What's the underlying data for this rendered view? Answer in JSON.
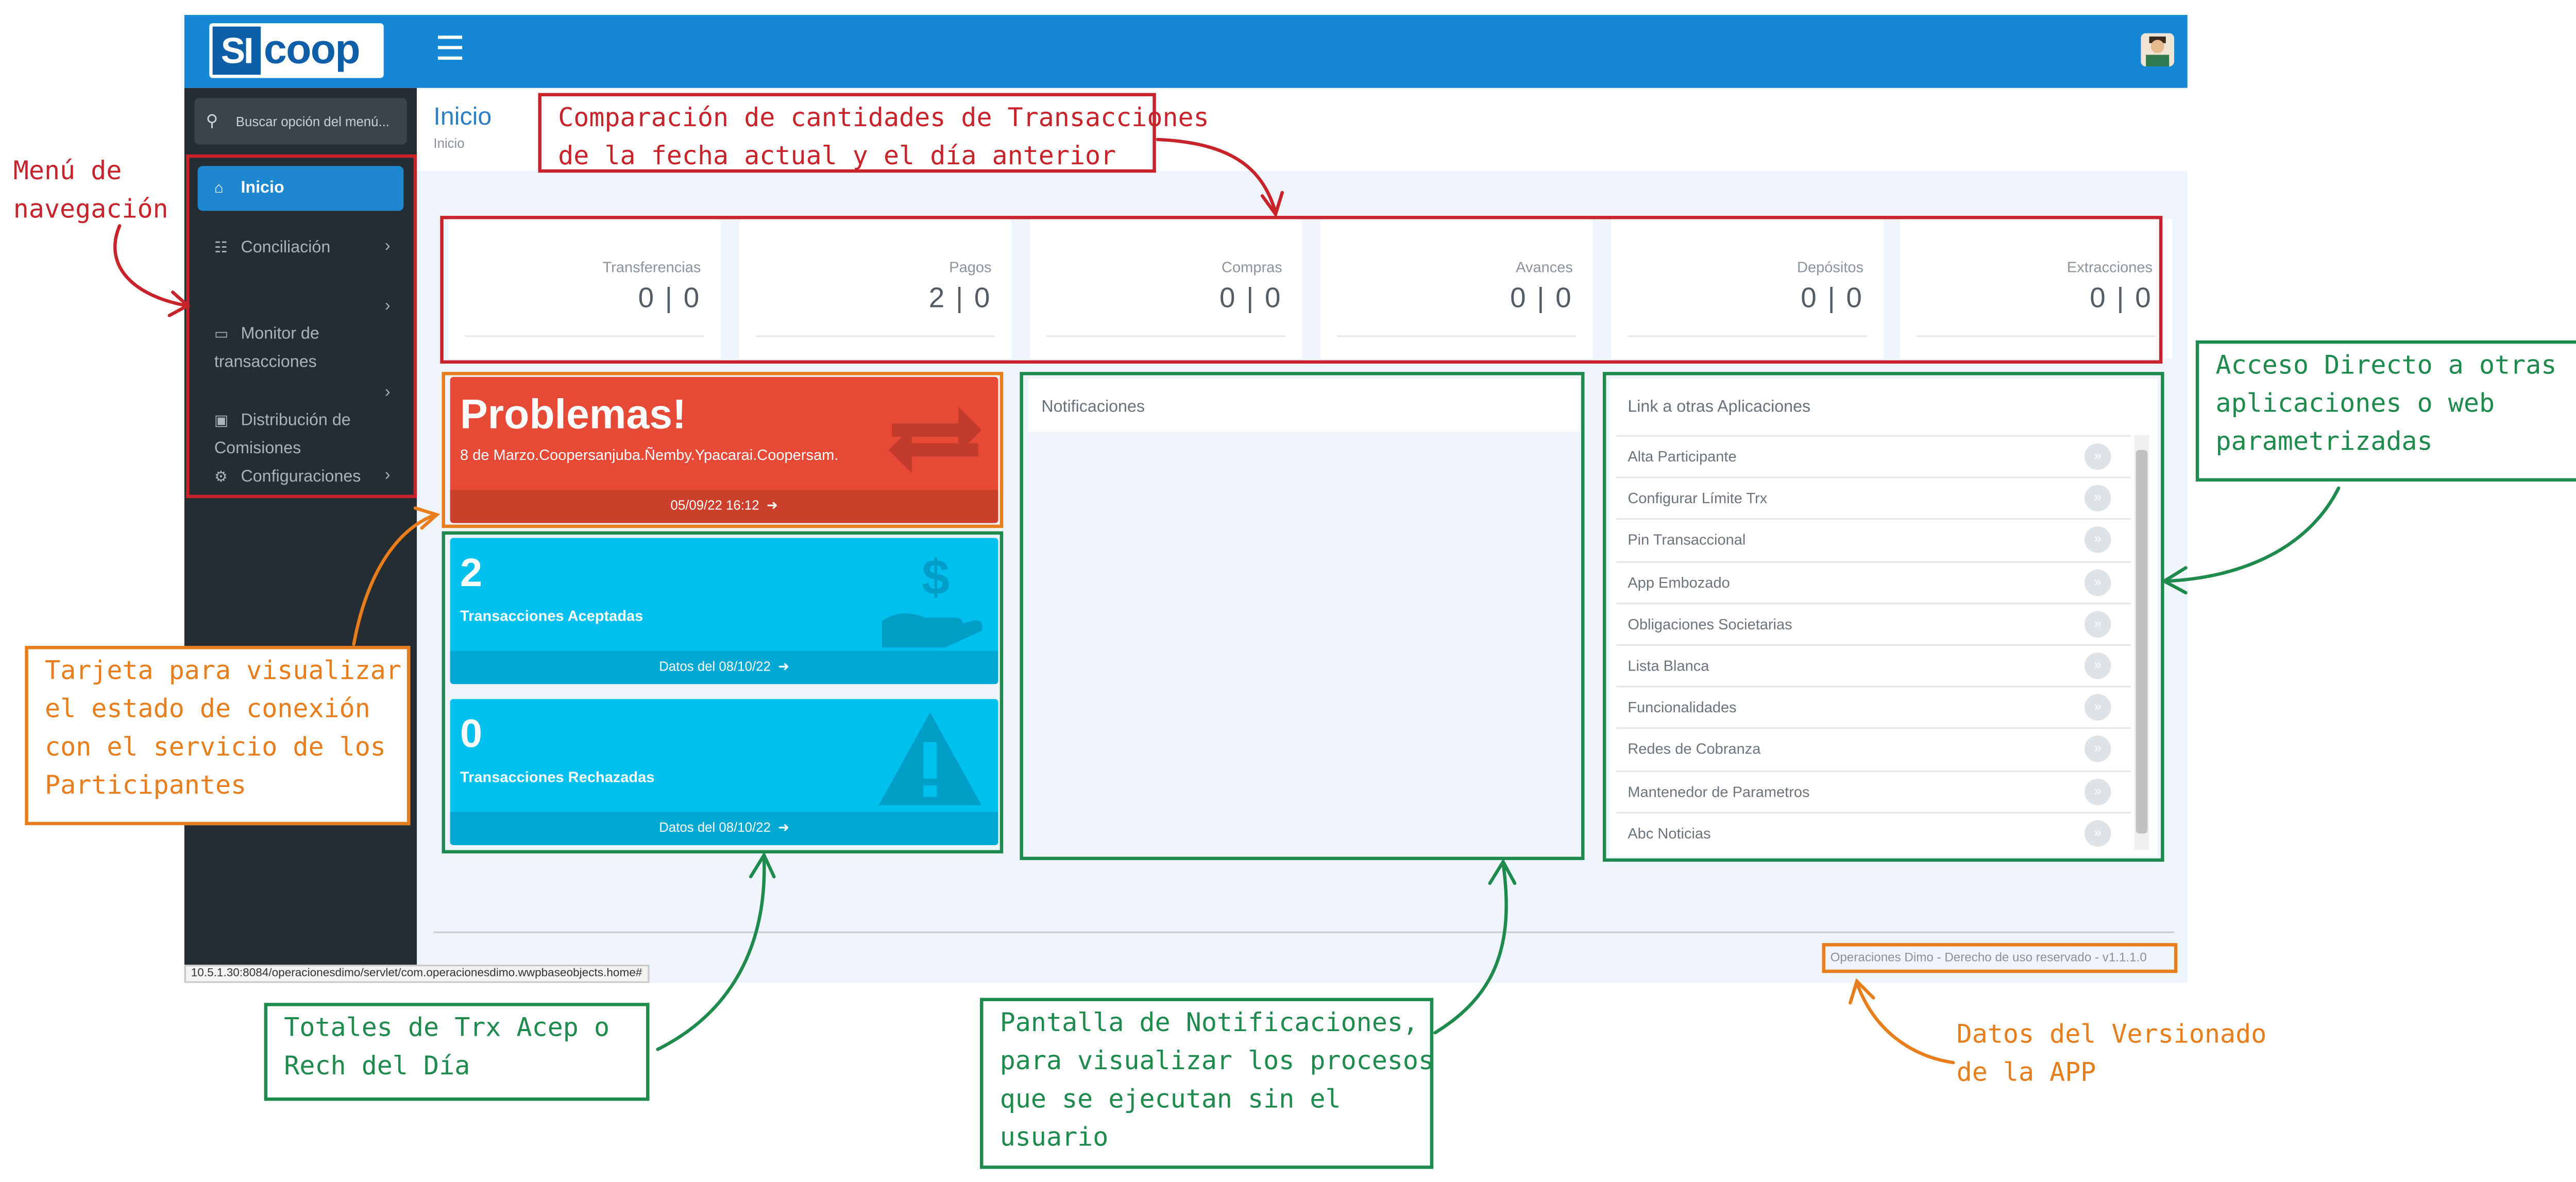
{
  "app": {
    "logo_si": "SI",
    "logo_coop": "coop",
    "menu_icon": "☰"
  },
  "sidebar": {
    "search_placeholder": "Buscar opción del menú...",
    "items": [
      {
        "label": "Inicio",
        "icon": "home-icon"
      },
      {
        "label": "Conciliación",
        "icon": "list-icon"
      },
      {
        "label": "Monitor de\ntransacciones",
        "icon": "monitor-icon"
      },
      {
        "label": "Distribución de\nComisiones",
        "icon": "money-icon"
      },
      {
        "label": "Configuraciones",
        "icon": "gears-icon"
      }
    ]
  },
  "page": {
    "title": "Inicio",
    "breadcrumb": "Inicio"
  },
  "stats": [
    {
      "label": "Transferencias",
      "value": "0 | 0"
    },
    {
      "label": "Pagos",
      "value": "2 | 0"
    },
    {
      "label": "Compras",
      "value": "0 | 0"
    },
    {
      "label": "Avances",
      "value": "0 | 0"
    },
    {
      "label": "Depósitos",
      "value": "0 | 0"
    },
    {
      "label": "Extracciones",
      "value": "0 | 0"
    }
  ],
  "cards": {
    "problems": {
      "title": "Problemas!",
      "subtitle": "8 de Marzo.Coopersanjuba.Ñemby.Ypacarai.Coopersam.",
      "footer": "05/09/22 16:12",
      "color": "#e64a36"
    },
    "accepted": {
      "count": "2",
      "label": "Transacciones Aceptadas",
      "footer": "Datos del 08/10/22",
      "color": "#00c0ef"
    },
    "rejected": {
      "count": "0",
      "label": "Transacciones Rechazadas",
      "footer": "Datos del 08/10/22",
      "color": "#00c0ef"
    }
  },
  "notifications": {
    "header": "Notificaciones"
  },
  "links": {
    "header": "Link a otras Aplicaciones",
    "items": [
      "Alta Participante",
      "Configurar Límite Trx",
      "Pin Transaccional",
      "App Embozado",
      "Obligaciones Societarias",
      "Lista Blanca",
      "Funcionalidades",
      "Redes de Cobranza",
      "Mantenedor de Parametros",
      "Abc Noticias"
    ]
  },
  "footer": {
    "text": "Operaciones Dimo - Derecho de uso reservado - v1.1.1.0"
  },
  "statusbar": {
    "url": "10.5.1.30:8084/operacionesdimo/servlet/com.operacionesdimo.wwpbaseobjects.home#"
  },
  "annotations": {
    "menu": "Menú de\nnavegación",
    "comparison": "Comparación de cantidades de Transacciones\nde la fecha actual y el día anterior",
    "card_status": "Tarjeta para visualizar\nel estado de conexión\ncon el servicio de los\nParticipantes",
    "totals": "Totales de Trx Acep o\nRech del Día",
    "notifications": "Pantalla de Notificaciones,\npara visualizar los procesos\nque se ejecutan sin el\nusuario",
    "direct_access": "Acceso Directo a otras\naplicaciones o web\nparametrizadas",
    "version": "Datos del Versionado\nde la APP"
  },
  "colors": {
    "topbar": "#1487d6",
    "sidebar": "#252d33",
    "annotation_red": "#c8222a",
    "annotation_orange": "#e87d1b",
    "annotation_green": "#1e8a4e"
  }
}
